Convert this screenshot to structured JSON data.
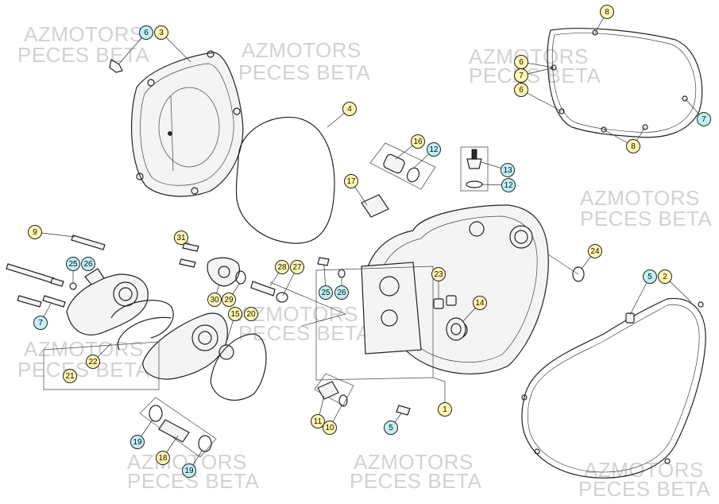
{
  "watermark": {
    "line1": "AZMOTORS",
    "line2": "PECES BETA"
  },
  "callouts": [
    {
      "id": "c6a",
      "label": "6",
      "style": "cyan"
    },
    {
      "id": "c3",
      "label": "3",
      "style": "yellow"
    },
    {
      "id": "c4",
      "label": "4",
      "style": "yellow"
    },
    {
      "id": "c8a",
      "label": "8",
      "style": "yellow"
    },
    {
      "id": "c6b",
      "label": "6",
      "style": "yellow"
    },
    {
      "id": "c7a",
      "label": "7",
      "style": "yellow"
    },
    {
      "id": "c6c",
      "label": "6",
      "style": "yellow"
    },
    {
      "id": "c7b",
      "label": "7",
      "style": "cyan"
    },
    {
      "id": "c8b",
      "label": "8",
      "style": "yellow"
    },
    {
      "id": "c16",
      "label": "16",
      "style": "yellow"
    },
    {
      "id": "c12a",
      "label": "12",
      "style": "cyan"
    },
    {
      "id": "c13",
      "label": "13",
      "style": "cyan"
    },
    {
      "id": "c12b",
      "label": "12",
      "style": "cyan"
    },
    {
      "id": "c17",
      "label": "17",
      "style": "yellow"
    },
    {
      "id": "c24",
      "label": "24",
      "style": "yellow"
    },
    {
      "id": "c5a",
      "label": "5",
      "style": "cyan"
    },
    {
      "id": "c2",
      "label": "2",
      "style": "yellow"
    },
    {
      "id": "c9",
      "label": "9",
      "style": "yellow"
    },
    {
      "id": "c31",
      "label": "31",
      "style": "yellow"
    },
    {
      "id": "c25a",
      "label": "25",
      "style": "cyan"
    },
    {
      "id": "c26a",
      "label": "26",
      "style": "cyan"
    },
    {
      "id": "c28",
      "label": "28",
      "style": "yellow"
    },
    {
      "id": "c27",
      "label": "27",
      "style": "yellow"
    },
    {
      "id": "c25b",
      "label": "25",
      "style": "cyan"
    },
    {
      "id": "c26b",
      "label": "26",
      "style": "cyan"
    },
    {
      "id": "c23",
      "label": "23",
      "style": "yellow"
    },
    {
      "id": "c14",
      "label": "14",
      "style": "yellow"
    },
    {
      "id": "c30",
      "label": "30",
      "style": "yellow"
    },
    {
      "id": "c29",
      "label": "29",
      "style": "yellow"
    },
    {
      "id": "c15",
      "label": "15",
      "style": "yellow"
    },
    {
      "id": "c20",
      "label": "20",
      "style": "yellow"
    },
    {
      "id": "c7c",
      "label": "7",
      "style": "cyan"
    },
    {
      "id": "c22",
      "label": "22",
      "style": "yellow"
    },
    {
      "id": "c21",
      "label": "21",
      "style": "yellow"
    },
    {
      "id": "c1",
      "label": "1",
      "style": "yellow"
    },
    {
      "id": "c11",
      "label": "11",
      "style": "yellow"
    },
    {
      "id": "c10",
      "label": "10",
      "style": "yellow"
    },
    {
      "id": "c5b",
      "label": "5",
      "style": "cyan"
    },
    {
      "id": "c19a",
      "label": "19",
      "style": "cyan"
    },
    {
      "id": "c18",
      "label": "18",
      "style": "yellow"
    },
    {
      "id": "c19b",
      "label": "19",
      "style": "cyan"
    }
  ],
  "colors": {
    "callout_yellow": "#fff7b0",
    "callout_cyan": "#bff0f4",
    "watermark": "#d2d2d2",
    "line": "#222222"
  }
}
